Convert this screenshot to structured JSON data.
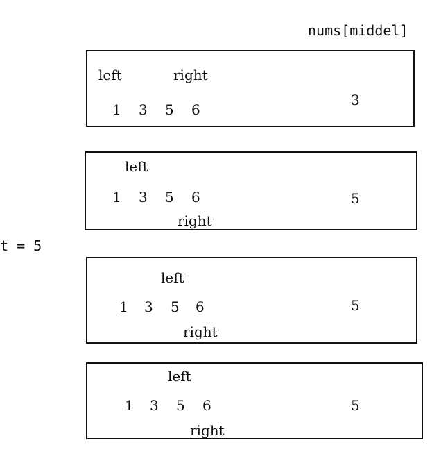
{
  "header": {
    "column_label": "nums[middel]"
  },
  "target": {
    "label": "t = 5"
  },
  "panels": [
    {
      "left": "left",
      "right": "right",
      "nums": [
        "1",
        "3",
        "5",
        "6"
      ],
      "middle_value": "3"
    },
    {
      "left": "left",
      "right": "right",
      "nums": [
        "1",
        "3",
        "5",
        "6"
      ],
      "middle_value": "5"
    },
    {
      "left": "left",
      "right": "right",
      "nums": [
        "1",
        "3",
        "5",
        "6"
      ],
      "middle_value": "5"
    },
    {
      "left": "left",
      "right": "right",
      "nums": [
        "1",
        "3",
        "5",
        "6"
      ],
      "middle_value": "5"
    }
  ]
}
